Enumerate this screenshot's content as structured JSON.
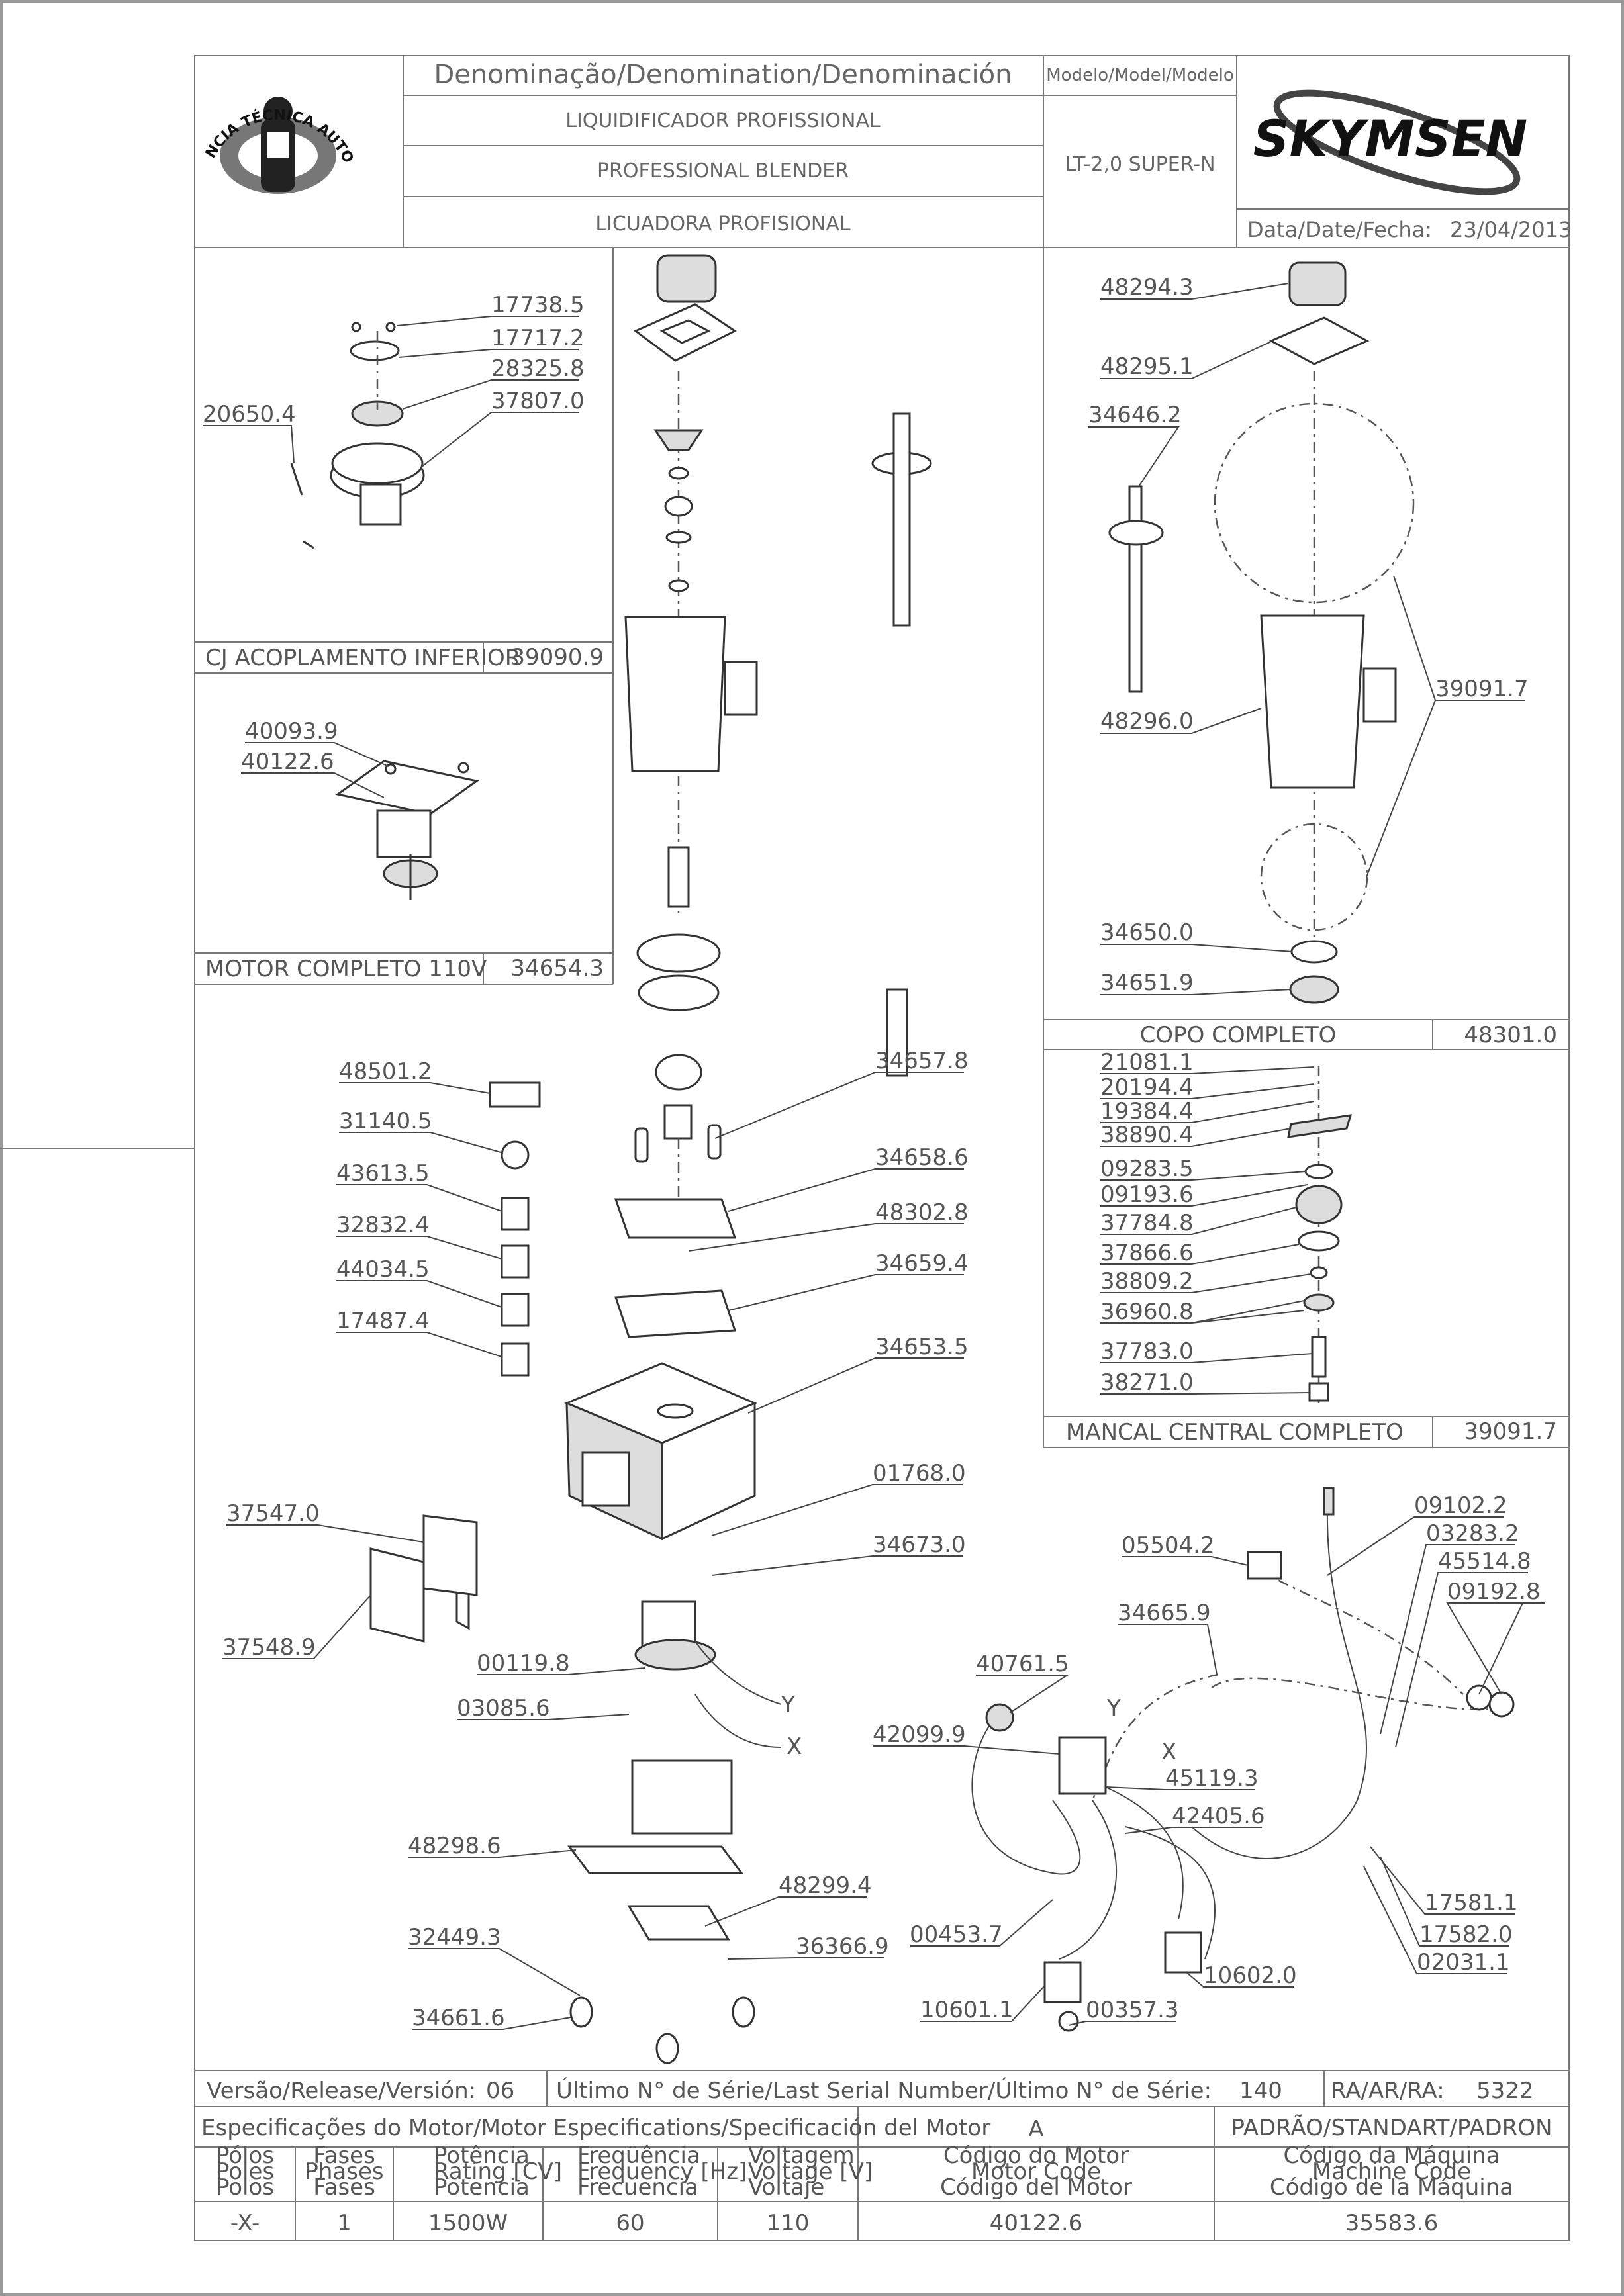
{
  "title_block": {
    "denomination_label": "Denominação/Denomination/Denominación",
    "name_pt": "LIQUIDIFICADOR PROFISSIONAL",
    "name_en": "PROFESSIONAL BLENDER",
    "name_es": "LICUADORA PROFISIONAL",
    "model_label": "Modelo/Model/Modelo",
    "model_value": "LT-2,0 SUPER-N",
    "date_label": "Data/Date/Fecha:",
    "date_value": "23/04/2013",
    "brand": "SKYMSEN",
    "seal_text": "ASSISTÊNCIA TÉCNICA AUTORIZADA"
  },
  "panels": {
    "acoplamento": {
      "label": "CJ ACOPLAMENTO INFERIOR",
      "code": "39090.9"
    },
    "motor": {
      "label": "MOTOR COMPLETO 110V",
      "code": "34654.3"
    },
    "copo": {
      "label": "COPO COMPLETO",
      "code": "48301.0"
    },
    "mancal": {
      "label": "MANCAL CENTRAL COMPLETO",
      "code": "39091.7"
    }
  },
  "part_numbers": {
    "acoplamento": [
      "17738.5",
      "17717.2",
      "28325.8",
      "37807.0",
      "20650.4"
    ],
    "motor": [
      "40093.9",
      "40122.6"
    ],
    "copo": [
      "48294.3",
      "48295.1",
      "34646.2",
      "48296.0",
      "39091.7",
      "34650.0",
      "34651.9"
    ],
    "mancal": [
      "21081.1",
      "20194.4",
      "19384.4",
      "38890.4",
      "09283.5",
      "09193.6",
      "37784.8",
      "37866.6",
      "38809.2",
      "36960.8",
      "37783.0",
      "38271.0"
    ],
    "main": [
      "48501.2",
      "31140.5",
      "43613.5",
      "32832.4",
      "44034.5",
      "17487.4",
      "34657.8",
      "34658.6",
      "48302.8",
      "34659.4",
      "34653.5",
      "01768.0",
      "34673.0",
      "37547.0",
      "37548.9",
      "00119.8",
      "03085.6",
      "48298.6",
      "48299.4",
      "32449.3",
      "36366.9",
      "34661.6"
    ],
    "electrical": [
      "09102.2",
      "03283.2",
      "45514.8",
      "09192.8",
      "05504.2",
      "34665.9",
      "40761.5",
      "42099.9",
      "45119.3",
      "42405.6",
      "00453.7",
      "10601.1",
      "00357.3",
      "10602.0",
      "17581.1",
      "17582.0",
      "02031.1"
    ],
    "wire_x": "X",
    "wire_y": "Y"
  },
  "footer": {
    "version_label": "Versão/Release/Versión:",
    "version_value": "06",
    "serial_label": "Último N° de Série/Last Serial Number/Último N° de Série:",
    "serial_value": "140",
    "ra_label": "RA/AR/RA:",
    "ra_value": "5322",
    "motor_spec_label": "Especificações do Motor/Motor Especifications/Specificación del Motor",
    "motor_spec_value": "A",
    "standard_label": "PADRÃO/STANDART/PADRON",
    "columns": [
      {
        "l1": "Pólos",
        "l2": "Poles",
        "l3": "Polos",
        "value": "-X-"
      },
      {
        "l1": "Fases",
        "l2": "Phases",
        "l3": "Fases",
        "value": "1"
      },
      {
        "l1": "Potência",
        "l2": "Rating [CV]",
        "l3": "Potencia",
        "value": "1500W"
      },
      {
        "l1": "Freqüência",
        "l2": "Frequency [Hz]",
        "l3": "Frecuencia",
        "value": "60"
      },
      {
        "l1": "Voltagem",
        "l2": "Voltage [V]",
        "l3": "Voltaje",
        "value": "110"
      },
      {
        "l1": "Código do Motor",
        "l2": "Motor Code",
        "l3": "Código del Motor",
        "value": "40122.6"
      },
      {
        "l1": "Código da Máquina",
        "l2": "Machine Code",
        "l3": "Código de la Máquina",
        "value": "35583.6"
      }
    ]
  }
}
